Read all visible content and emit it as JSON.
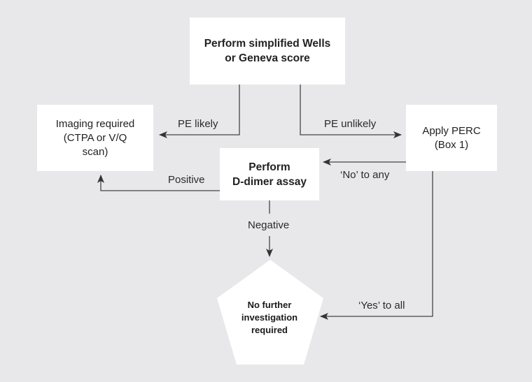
{
  "diagram": {
    "nodes": {
      "start": {
        "line1": "Perform simplified Wells",
        "line2": "or Geneva score"
      },
      "imaging": {
        "line1": "Imaging required",
        "line2": "(CTPA or V/Q",
        "line3": "scan)"
      },
      "perc": {
        "line1": "Apply PERC",
        "line2": "(Box 1)"
      },
      "ddimer": {
        "line1": "Perform",
        "line2": "D-dimer assay"
      },
      "final": {
        "line1": "No further",
        "line2": "investigation",
        "line3": "required"
      }
    },
    "edges": {
      "pe_likely": "PE likely",
      "pe_unlikely": "PE unlikely",
      "no_to_any": "‘No’ to any",
      "positive": "Positive",
      "negative": "Negative",
      "yes_to_all": "‘Yes’ to all"
    }
  },
  "colors": {
    "background": "#e8e8ea",
    "box": "#ffffff",
    "line": "#333333"
  }
}
